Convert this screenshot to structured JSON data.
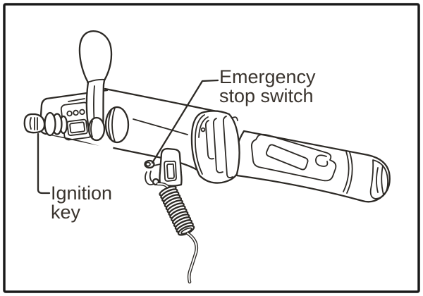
{
  "figure": {
    "labels": {
      "emergency_stop_switch": {
        "line1": "Emergency",
        "line2": "stop switch"
      },
      "ignition_key": {
        "line1": "Ignition",
        "line2": "key"
      }
    },
    "colors": {
      "background": "#ffffff",
      "line": "#2d2a26",
      "text": "#3a342e",
      "border": "#1a1a1a"
    },
    "parts": [
      "shift-lever",
      "control-panel",
      "ignition-key",
      "tiller-arm",
      "throttle-collar",
      "handle-grip",
      "grip-end-cap",
      "emergency-stop-switch",
      "lanyard-clip",
      "lanyard-coil",
      "lanyard-cord"
    ]
  }
}
